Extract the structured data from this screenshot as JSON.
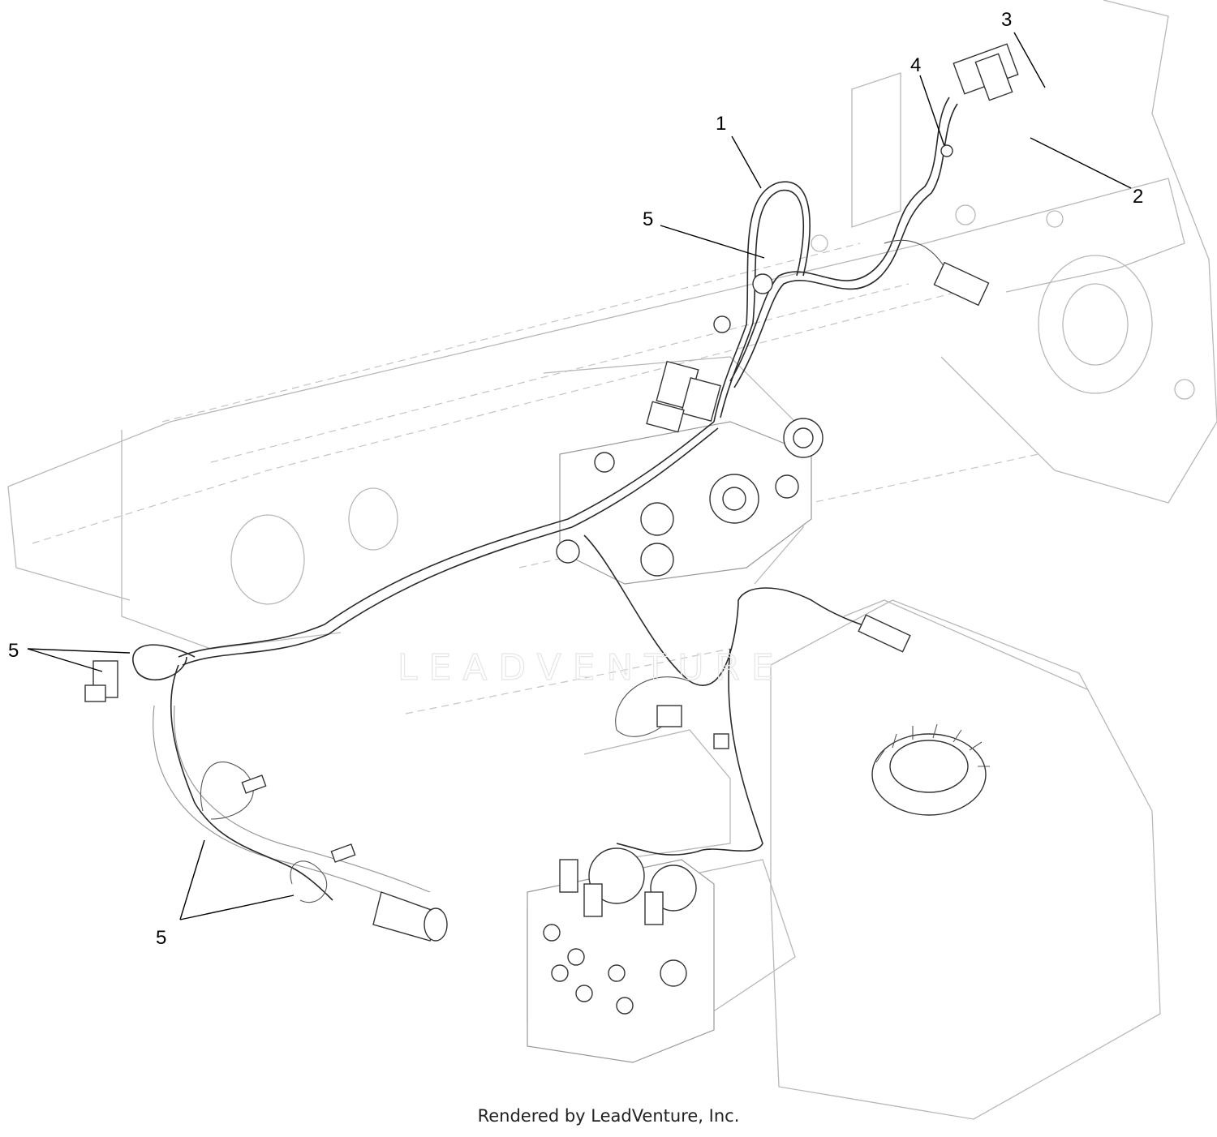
{
  "callouts": [
    "1",
    "2",
    "3",
    "4",
    "5"
  ],
  "watermark": "LEADVENTURE",
  "footer": "Rendered by LeadVenture, Inc."
}
